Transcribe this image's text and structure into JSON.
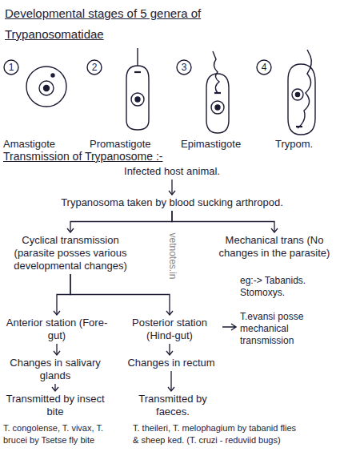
{
  "diagram": {
    "title": "Developmental stages of 5 genera of Trypanosomatidae",
    "nodes": [
      {
        "text": [
          "Infected host animal."
        ]
      },
      {
        "text": [
          "Trypanosoma taken by blood sucking arthropod."
        ]
      },
      {
        "text": [
          "Cyclical transmission (parasite posses various developmental changes)"
        ]
      },
      {
        "text": [
          "Mechanical trans (No changes in the parasite)"
        ]
      },
      {
        "text": [
          "Anterior station (Fore-gut)"
        ]
      },
      {
        "text": [
          "Posterior station (Hind-gut)"
        ]
      },
      {
        "text": [
          "Changes in salivary glands"
        ]
      },
      {
        "text": [
          "Changes in rectum"
        ]
      },
      {
        "text": [
          "Transmitted by insect bite"
        ]
      },
      {
        "text": [
          "Transmitted by faeces."
        ]
      }
    ],
    "edges": [
      {
        "from": 0,
        "to": 1,
        "arrow": "to"
      },
      {
        "from": 1,
        "to": 2,
        "arrow": "to"
      },
      {
        "from": 1,
        "to": 3,
        "arrow": "to"
      },
      {
        "from": 2,
        "to": 4,
        "arrow": "to"
      },
      {
        "from": 2,
        "to": 5,
        "arrow": "to"
      },
      {
        "from": 4,
        "to": 6,
        "arrow": "to"
      },
      {
        "from": 5,
        "to": 7,
        "arrow": "to"
      },
      {
        "from": 6,
        "to": 8,
        "arrow": "to"
      },
      {
        "from": 7,
        "to": 9,
        "arrow": "to"
      }
    ],
    "labels": [
      "1",
      "2",
      "3",
      "4",
      "Amastigote",
      "Promastigote",
      "Epimastigote",
      "Trypom.",
      "Transmission of Trypanosome :-",
      "eg:-> Tabanids. Stomoxys.",
      "T.evansi posse mechanical transmission",
      "T. congolense, T. vivax, T. brucei by Tsetse fly bite",
      "T. theileri, T. melophagium by tabanid flies & sheep ked. (T. cruzi - reduviid bugs)",
      "vetnotes.in"
    ]
  }
}
